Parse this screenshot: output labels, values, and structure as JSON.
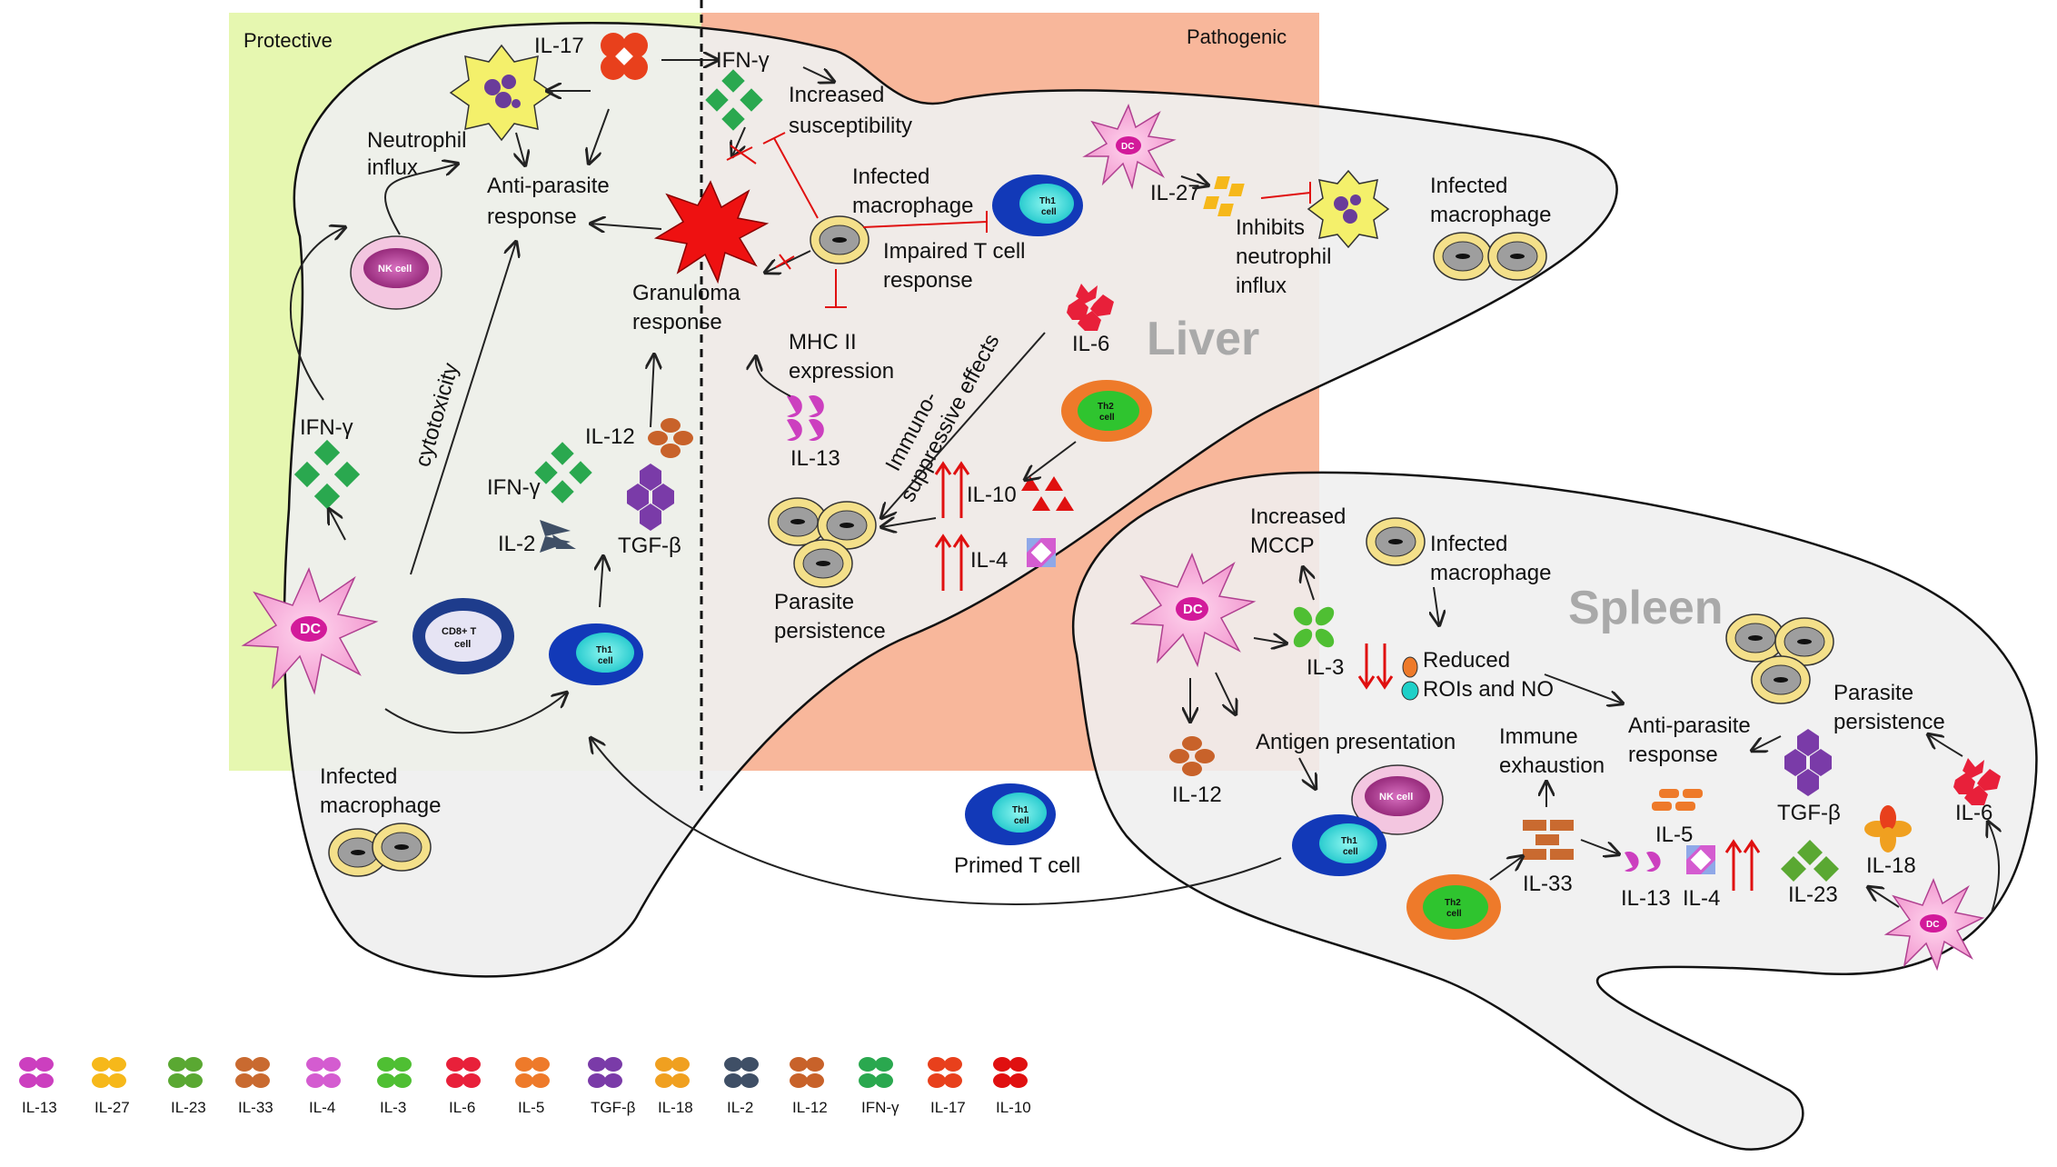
{
  "regions": {
    "protective": "Protective",
    "pathogenic": "Pathogenic"
  },
  "organs": {
    "liver": "Liver",
    "spleen": "Spleen"
  },
  "labels": {
    "il17": "IL-17",
    "ifng_top": "IFN-γ",
    "increased": "Increased",
    "susceptibility": "susceptibility",
    "neutrophil": "Neutrophil",
    "influx": "influx",
    "anti1": "Anti-parasite",
    "response1": "response",
    "infected1": "Infected",
    "macrophage1": "macrophage",
    "impaired1": "Impaired T cell",
    "impaired2": "response",
    "granuloma1": "Granuloma",
    "granuloma2": "response",
    "mhc1": "MHC II",
    "mhc2": "expression",
    "il27": "IL-27",
    "inhibits1": "Inhibits",
    "inhibits2": "neutrophil",
    "inhibits3": "influx",
    "infected2": "Infected",
    "macrophage2": "macrophage",
    "il6_liver": "IL-6",
    "il13_liver": "IL-13",
    "immuno1": "Immuno-",
    "immuno2": "suppressive effects",
    "il10": "IL-10",
    "il4_liver": "IL-4",
    "persist1": "Parasite",
    "persist2": "persistence",
    "cytotox": "cytotoxicity",
    "ifng_left": "IFN-γ",
    "ifng_mid": "IFN-γ",
    "il12_mid": "IL-12",
    "il2": "IL-2",
    "tgfb_mid": "TGF-β",
    "infected3": "Infected",
    "macrophage3": "macrophage",
    "primed": "Primed T cell",
    "mccp1": "Increased",
    "mccp2": "MCCP",
    "infected4": "Infected",
    "macrophage4": "macrophage",
    "il3": "IL-3",
    "reduced1": "Reduced",
    "reduced2": "ROIs and NO",
    "antigen": "Antigen presentation",
    "il12_sp": "IL-12",
    "exhaust1": "Immune",
    "exhaust2": "exhaustion",
    "anti2": "Anti-parasite",
    "response2": "response",
    "persist3": "Parasite",
    "persist4": "persistence",
    "tgfb_sp": "TGF-β",
    "il6_sp": "IL-6",
    "il5": "IL-5",
    "il33": "IL-33",
    "il13_sp": "IL-13",
    "il4_sp": "IL-4",
    "il23": "IL-23",
    "il18": "IL-18"
  },
  "cells": {
    "nk": "NK cell",
    "cd8a": "CD8+ T",
    "cd8b": "cell",
    "th1a": "Th1",
    "th1b": "cell",
    "th2a": "Th2",
    "th2b": "cell",
    "dc": "DC"
  },
  "legend": [
    "IL-13",
    "IL-27",
    "IL-23",
    "IL-33",
    "IL-4",
    "IL-3",
    "IL-6",
    "IL-5",
    "TGF-β",
    "IL-18",
    "IL-2",
    "IL-12",
    "IFN-γ",
    "IL-17",
    "IL-10"
  ],
  "colors": {
    "protective_bg": "#e6f7b0",
    "pathogenic_bg": "#f8b79b",
    "organ_fill": "#efefef",
    "il13": "#cc3fbf",
    "il27": "#f6b81a",
    "il23": "#5aa832",
    "il33": "#c96a30",
    "il4": "#d45cd0",
    "il3": "#4fbf33",
    "il6": "#e8203a",
    "il5": "#ee7a2a",
    "tgfb": "#7a3ba8",
    "il18": "#f0a020",
    "il2": "#3f4f66",
    "il12": "#c8622a",
    "ifng": "#2aa84f",
    "il17": "#e8401c",
    "il10": "#e01010"
  }
}
